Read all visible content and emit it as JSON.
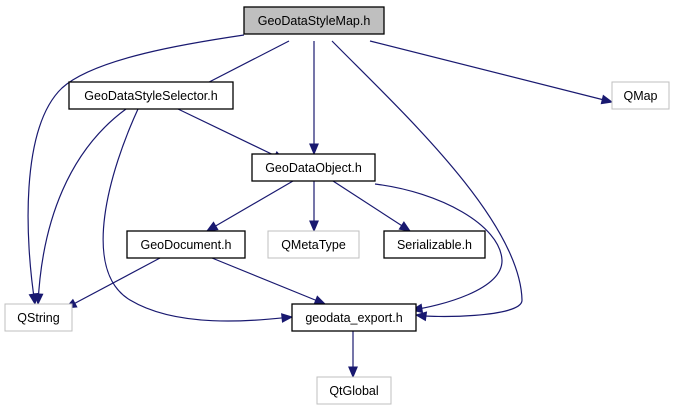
{
  "diagram": {
    "type": "include-dependency-graph",
    "colors": {
      "edge": "#191970",
      "root_fill": "#bfbfbf",
      "documented_border": "#000000",
      "undocumented_border": "#bfbfbf",
      "node_fill": "#ffffff"
    },
    "nodes": [
      {
        "id": "GeoDataStyleMap",
        "label": "GeoDataStyleMap.h",
        "kind": "root"
      },
      {
        "id": "GeoDataStyleSelector",
        "label": "GeoDataStyleSelector.h",
        "kind": "documented"
      },
      {
        "id": "QMap",
        "label": "QMap",
        "kind": "external"
      },
      {
        "id": "GeoDataObject",
        "label": "GeoDataObject.h",
        "kind": "documented"
      },
      {
        "id": "GeoDocument",
        "label": "GeoDocument.h",
        "kind": "documented"
      },
      {
        "id": "QMetaType",
        "label": "QMetaType",
        "kind": "external"
      },
      {
        "id": "Serializable",
        "label": "Serializable.h",
        "kind": "documented"
      },
      {
        "id": "QString",
        "label": "QString",
        "kind": "external"
      },
      {
        "id": "geodata_export",
        "label": "geodata_export.h",
        "kind": "documented"
      },
      {
        "id": "QtGlobal",
        "label": "QtGlobal",
        "kind": "external"
      }
    ],
    "edges": [
      {
        "from": "GeoDataStyleMap",
        "to": "QString"
      },
      {
        "from": "GeoDataStyleMap",
        "to": "GeoDataStyleSelector"
      },
      {
        "from": "GeoDataStyleMap",
        "to": "GeoDataObject"
      },
      {
        "from": "GeoDataStyleMap",
        "to": "geodata_export"
      },
      {
        "from": "GeoDataStyleMap",
        "to": "QMap"
      },
      {
        "from": "GeoDataStyleSelector",
        "to": "QString"
      },
      {
        "from": "GeoDataStyleSelector",
        "to": "geodata_export"
      },
      {
        "from": "GeoDataStyleSelector",
        "to": "GeoDataObject"
      },
      {
        "from": "GeoDataObject",
        "to": "GeoDocument"
      },
      {
        "from": "GeoDataObject",
        "to": "QMetaType"
      },
      {
        "from": "GeoDataObject",
        "to": "Serializable"
      },
      {
        "from": "GeoDataObject",
        "to": "geodata_export"
      },
      {
        "from": "GeoDocument",
        "to": "QString"
      },
      {
        "from": "GeoDocument",
        "to": "geodata_export"
      },
      {
        "from": "geodata_export",
        "to": "QtGlobal"
      }
    ]
  }
}
